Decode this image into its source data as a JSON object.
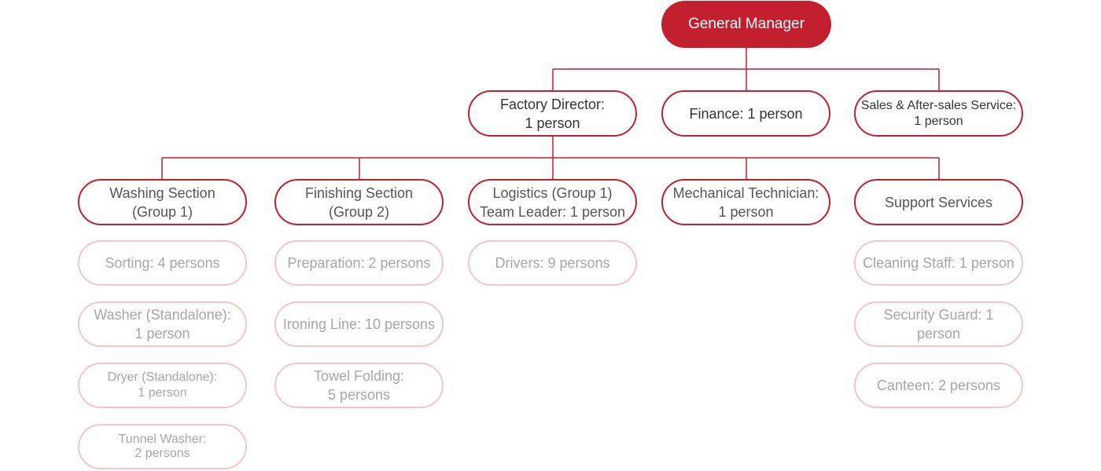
{
  "colors": {
    "primary": "#c2202f",
    "item_border": "#f0c6c9",
    "item_text": "#a6a6a6"
  },
  "top": {
    "label": "General Manager"
  },
  "mid": [
    {
      "line1": "Factory Director:",
      "line2": "1 person"
    },
    {
      "line1": "Finance: 1 person"
    },
    {
      "line1": "Sales & After-sales Service:",
      "line2": "1 person"
    }
  ],
  "sections": [
    {
      "line1": "Washing Section",
      "line2": "(Group 1)"
    },
    {
      "line1": "Finishing Section",
      "line2": "(Group 2)"
    },
    {
      "line1": "Logistics (Group 1)",
      "line2": "Team Leader: 1 person"
    },
    {
      "line1": "Mechanical Technician:",
      "line2": "1 person"
    },
    {
      "line1": "Support Services"
    }
  ],
  "washing_items": [
    {
      "line1": "Sorting: 4 persons"
    },
    {
      "line1": "Washer (Standalone):",
      "line2": "1 person"
    },
    {
      "line1": "Dryer (Standalone):",
      "line2": "1 person"
    },
    {
      "line1": "Tunnel Washer:",
      "line2": "2 persons"
    }
  ],
  "finishing_items": [
    {
      "line1": "Preparation: 2 persons"
    },
    {
      "line1": "Ironing Line: 10 persons"
    },
    {
      "line1": "Towel Folding:",
      "line2": "5 persons"
    }
  ],
  "logistics_items": [
    {
      "line1": "Drivers: 9 persons"
    }
  ],
  "support_items": [
    {
      "line1": "Cleaning Staff: 1 person"
    },
    {
      "line1": "Security Guard: 1 person"
    },
    {
      "line1": "Canteen: 2 persons"
    }
  ]
}
